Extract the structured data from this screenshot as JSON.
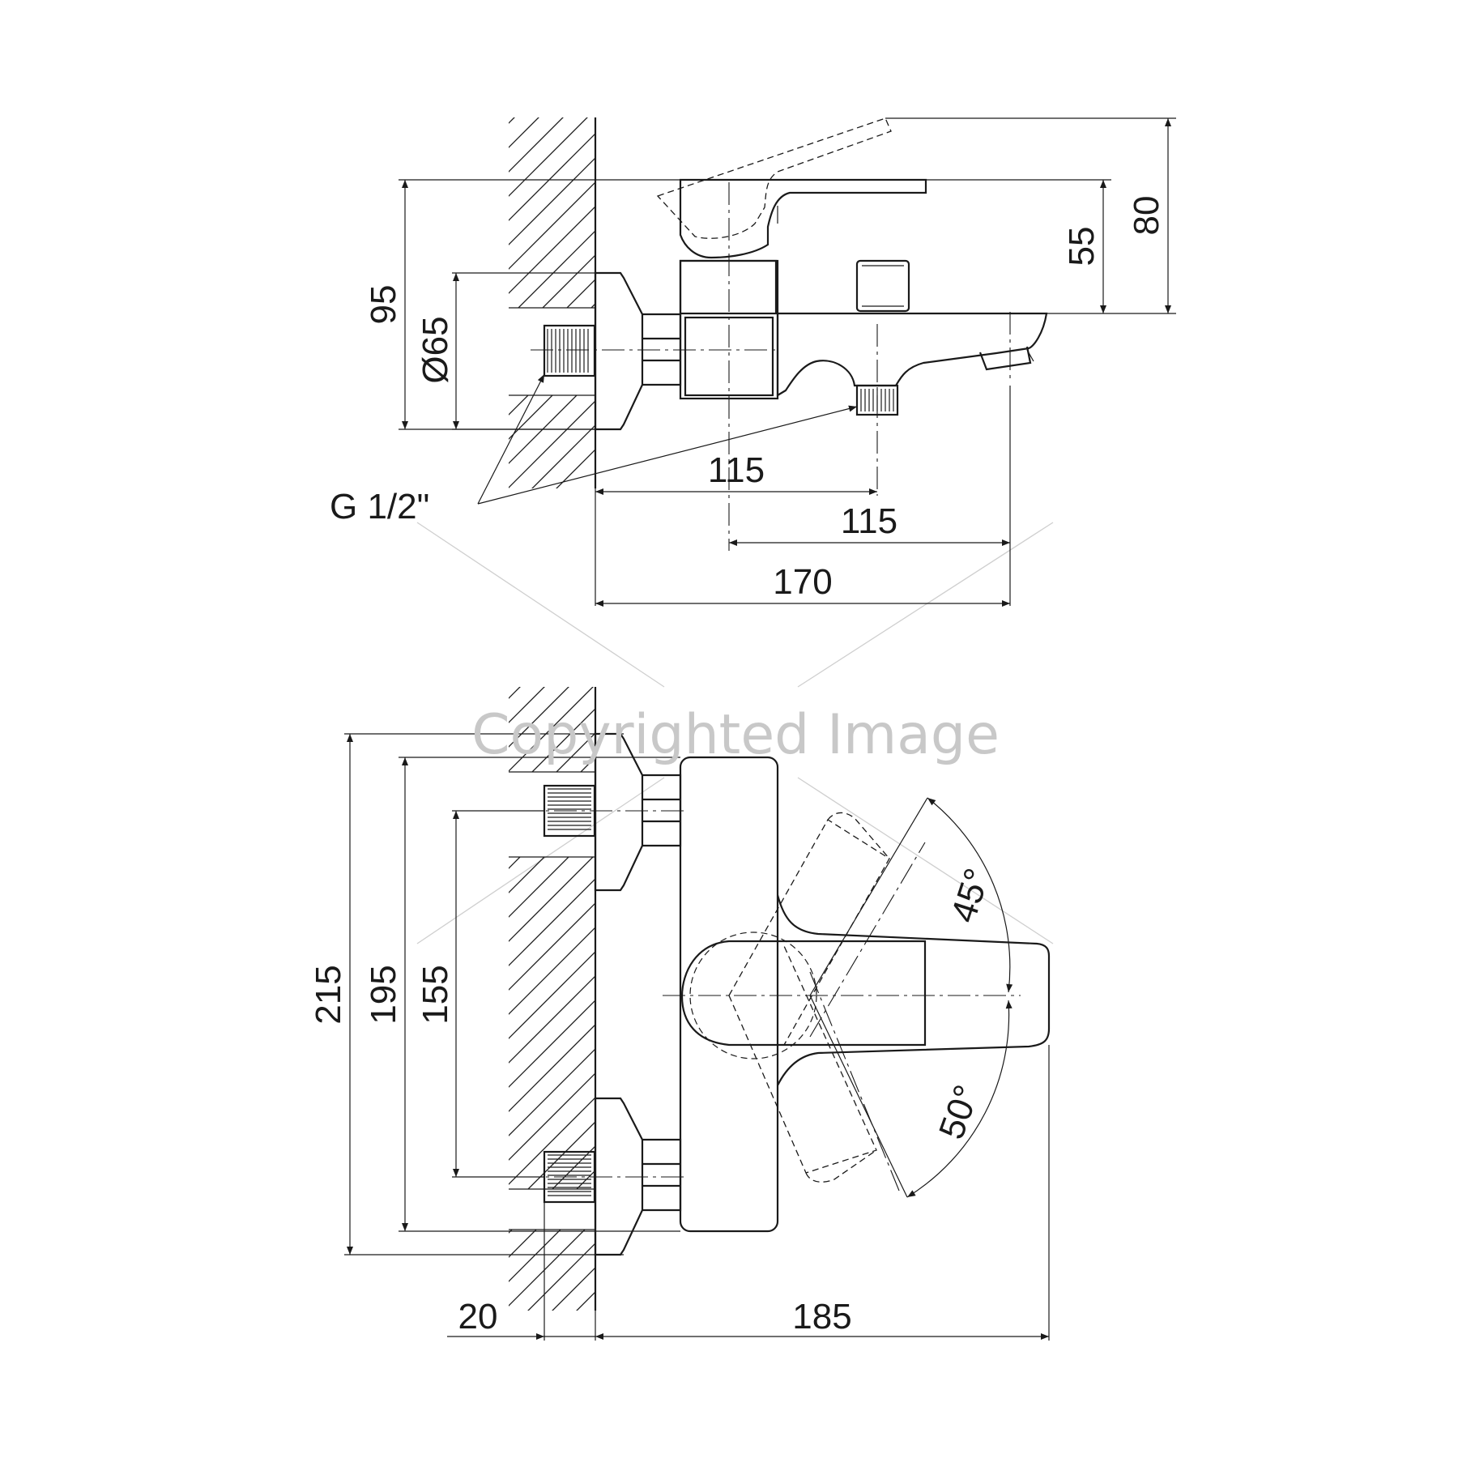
{
  "watermark": "Copyrighted Image",
  "side_view": {
    "dims": {
      "height_95": "95",
      "diameter_65": "Ø65",
      "spout_55": "55",
      "total_80": "80",
      "wall_to_outlet_115": "115",
      "axis_to_spout_115": "115",
      "projection_170": "170"
    },
    "thread_label": "G 1/2\""
  },
  "front_view": {
    "dims": {
      "height_215": "215",
      "height_195": "195",
      "centers_155": "155",
      "thread_20": "20",
      "projection_185": "185"
    },
    "angles": {
      "upper": "45°",
      "lower": "50°"
    }
  }
}
